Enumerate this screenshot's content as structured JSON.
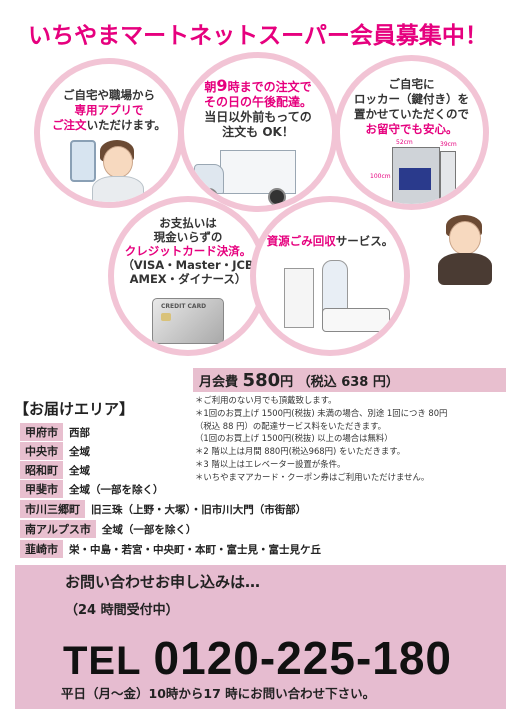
{
  "title": "いちやまマートネットスーパー会員募集中！",
  "circles": {
    "app": {
      "line1": "ご自宅や職場から",
      "line2": "専用アプリで",
      "line3a": "ご注文",
      "line3b": "いただけます。"
    },
    "delivery": {
      "line1a": "朝",
      "line1b": "9",
      "line1c": "時までの注文で",
      "line2": "その日の午後配達。",
      "line3": "当日以外前もっての",
      "line4": "注文も OK！"
    },
    "locker": {
      "line1": "ご自宅に",
      "line2": "ロッカー（鍵付き）を",
      "line3": "置かせていただくので",
      "line4": "お留守でも安心。",
      "dim_w": "52cm",
      "dim_d": "39cm",
      "dim_h": "100cm"
    },
    "payment": {
      "line1": "お支払いは",
      "line2": "現金いらずの",
      "line3": "クレジットカード決済。",
      "line4": "（VISA・Master・JCB",
      "line5": "AMEX・ダイナース）",
      "card_label": "CREDIT CARD"
    },
    "recycle": {
      "line1a": "資源ごみ回収",
      "line1b": "サービス。"
    }
  },
  "fee": {
    "label": "月会費",
    "amount": "580",
    "unit": "円",
    "tax": "（税込 638 円）",
    "notes": [
      "＊ご利用のない月でも頂戴致します。",
      "＊1回のお買上げ 1500円(税抜) 未満の場合、別途 1回につき 80円",
      "（税込 88 円）の配達サービス料をいただきます。",
      "（1回のお買上げ 1500円(税抜) 以上の場合は無料）",
      "＊2 階以上は月間 880円(税込968円) をいただきます。",
      "＊3 階以上はエレベーター設置が条件。",
      "＊いちやまマアカード・クーポン券はご利用いただけません。"
    ]
  },
  "areas_title": "【お届けエリア】",
  "areas": [
    {
      "name": "甲府市",
      "desc": "西部"
    },
    {
      "name": "中央市",
      "desc": "全域"
    },
    {
      "name": "昭和町",
      "desc": "全域"
    },
    {
      "name": "甲斐市",
      "desc": "全域（一部を除く）"
    },
    {
      "name": "市川三郷町",
      "desc": "旧三珠（上野・大塚）・旧市川大門（市街部）"
    },
    {
      "name": "南アルプス市",
      "desc": "全域（一部を除く）"
    },
    {
      "name": "韮崎市",
      "desc": "栄・中島・若宮・中央町・本町・富士見・富士見ケ丘"
    }
  ],
  "contact": {
    "heading": "お問い合わせお申し込みは…",
    "hours_note": "（24 時間受付中）",
    "tel_label": "TEL",
    "tel_number": "0120-225-180",
    "hours": "平日（月～金）10時から17 時にお問い合わせ下さい。"
  },
  "colors": {
    "accent": "#e6007e",
    "band": "#e6bcd0",
    "circle_border": "#f2c4d5"
  }
}
